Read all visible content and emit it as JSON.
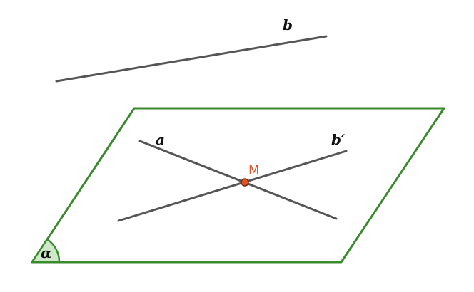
{
  "diagram": {
    "labels": {
      "line_b": "b",
      "line_a": "a",
      "line_b_prime": "b′",
      "point_m": "M",
      "plane_alpha": "α"
    },
    "colors": {
      "plane_stroke": "#3a8a2e",
      "plane_angle_fill": "#cfe8c8",
      "line_stroke": "#555555",
      "point_fill": "#e8501e",
      "point_stroke": "#7a2a0c",
      "point_label": "#e8501e",
      "text": "#111111"
    }
  }
}
